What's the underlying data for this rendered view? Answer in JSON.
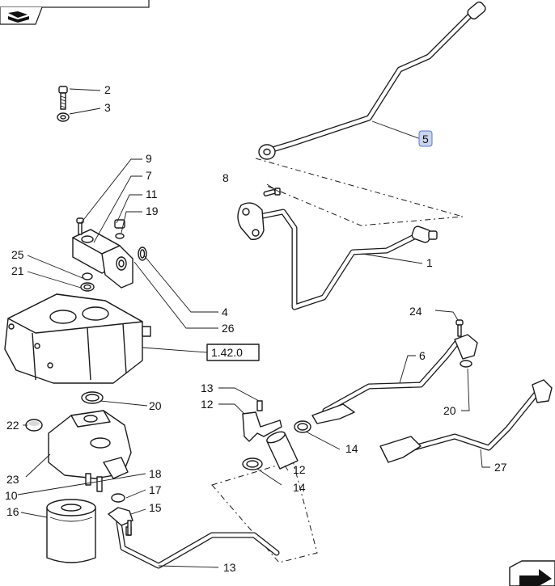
{
  "labels": {
    "l1": "1",
    "l2": "2",
    "l3": "3",
    "l4": "4",
    "l5": "5",
    "l6": "6",
    "l7": "7",
    "l8": "8",
    "l9": "9",
    "l10": "10",
    "l11": "11",
    "l12a": "12",
    "l12b": "12",
    "l13a": "13",
    "l13b": "13",
    "l14a": "14",
    "l14b": "14",
    "l15": "15",
    "l16": "16",
    "l17": "17",
    "l18": "18",
    "l19": "19",
    "l20a": "20",
    "l20b": "20",
    "l21": "21",
    "l22": "22",
    "l23": "23",
    "l24": "24",
    "l25": "25",
    "l26": "26",
    "l27": "27"
  },
  "reference": "1.42.0",
  "highlighted": "5",
  "colors": {
    "highlight_fill": "#c9d6ee",
    "highlight_stroke": "#5b7bbf",
    "line": "#1a1a1a"
  },
  "icons": {
    "top_left": "book-arrow-icon",
    "bottom_right": "next-page-arrow-icon"
  }
}
